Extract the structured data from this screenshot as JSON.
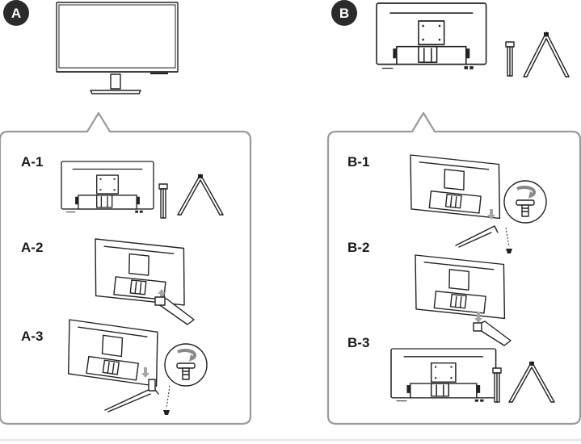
{
  "badges": {
    "a": "A",
    "b": "B"
  },
  "steps": {
    "a1": "A-1",
    "a2": "A-2",
    "a3": "A-3",
    "b1": "B-1",
    "b2": "B-2",
    "b3": "B-3"
  },
  "colors": {
    "badge": "#2b2b2b",
    "panel_border": "#9a9a9a",
    "arrow": "#a6a6a6",
    "line": "#222222"
  }
}
